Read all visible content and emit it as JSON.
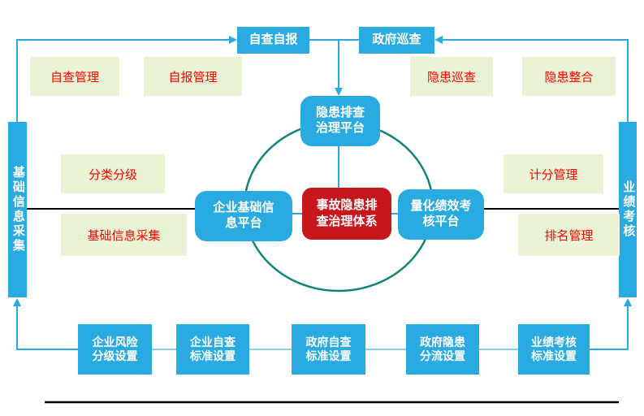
{
  "diagram_title": "事故隐患排查治理体系",
  "colors": {
    "node_blue": "#29ABE2",
    "green_box_bg": "#EAF3D4",
    "red_label_text": "#FE0000",
    "center_red": "#C8161D",
    "circle_teal": "#108577",
    "black_line": "#000000"
  },
  "top_boxes": [
    {
      "label": "自查自报"
    },
    {
      "label": "政府巡查"
    }
  ],
  "side_bars": {
    "left": {
      "label": "基础信息采集"
    },
    "right": {
      "label": "业绩考核"
    }
  },
  "green_boxes": [
    {
      "label": "自查管理"
    },
    {
      "label": "自报管理"
    },
    {
      "label": "隐患巡查"
    },
    {
      "label": "隐患整合"
    },
    {
      "label": "分类分级"
    },
    {
      "label": "基础信息采集"
    },
    {
      "label": "计分管理"
    },
    {
      "label": "排名管理"
    }
  ],
  "platforms": {
    "top": {
      "label": "隐患排查\n治理平台"
    },
    "left": {
      "label": "企业基础信\n息平台"
    },
    "right": {
      "label": "量化绩效考\n核平台"
    }
  },
  "center": {
    "label": "事故隐患排\n查治理体系"
  },
  "bottom_boxes": [
    {
      "label": "企业风险\n分级设置"
    },
    {
      "label": "企业自查\n标准设置"
    },
    {
      "label": "政府自查\n标准设置"
    },
    {
      "label": "政府隐患\n分流设置"
    },
    {
      "label": "业绩考核\n标准设置"
    }
  ]
}
